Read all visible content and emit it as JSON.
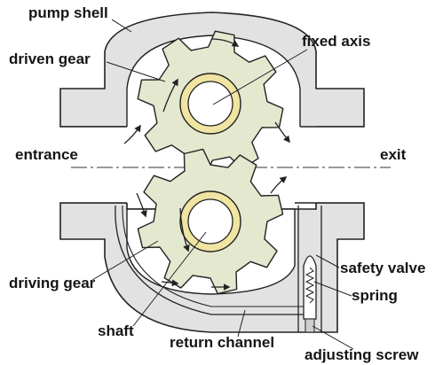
{
  "labels": {
    "pump_shell": "pump shell",
    "driven_gear": "driven gear",
    "fixed_axis": "fixed axis",
    "entrance": "entrance",
    "exit": "exit",
    "safety_valve": "safety valve",
    "driving_gear": "driving gear",
    "spring": "spring",
    "shaft": "shaft",
    "return_channel": "return channel",
    "adjusting_screw": "adjusting screw"
  },
  "colors": {
    "shell_fill": "#e2e2e2",
    "outline": "#222222",
    "gear_fill": "#e4e8cf",
    "bushing_fill": "#f0e4a2",
    "bore_fill": "#ffffff",
    "arrow": "#222222"
  }
}
